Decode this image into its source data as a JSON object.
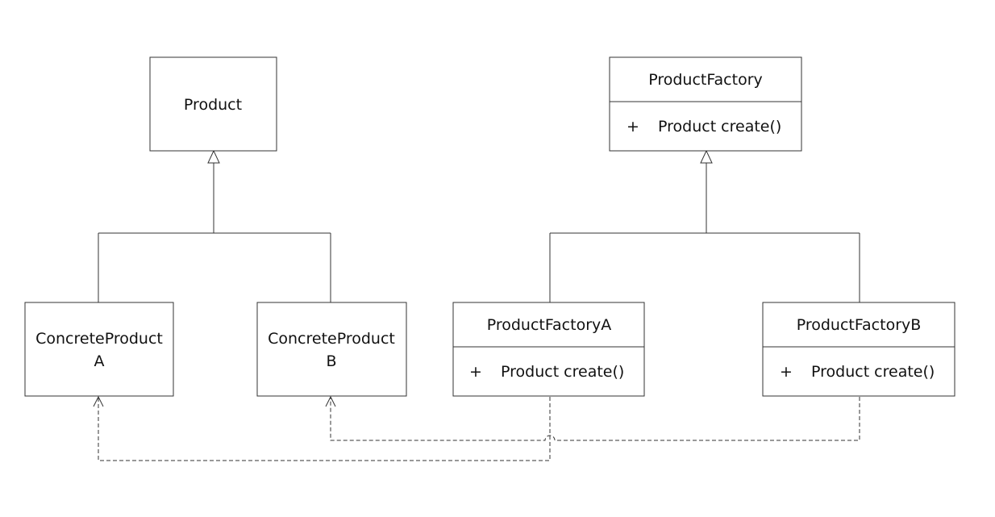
{
  "classes": {
    "product": {
      "name": "Product"
    },
    "concrete_a": {
      "name_line1": "ConcreteProduct",
      "name_line2": "A"
    },
    "concrete_b": {
      "name_line1": "ConcreteProduct",
      "name_line2": "B"
    },
    "factory": {
      "name": "ProductFactory",
      "vis": "+",
      "op": "Product create()"
    },
    "factory_a": {
      "name": "ProductFactoryA",
      "vis": "+",
      "op": "Product create()"
    },
    "factory_b": {
      "name": "ProductFactoryB",
      "vis": "+",
      "op": "Product create()"
    }
  }
}
